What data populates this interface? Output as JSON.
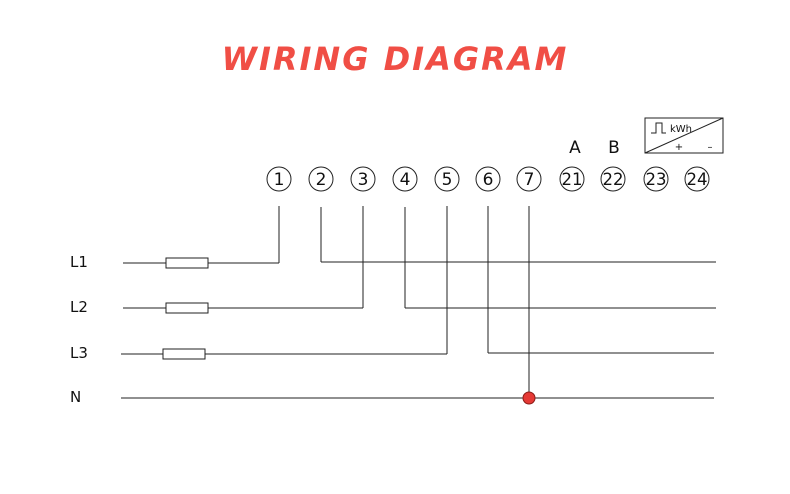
{
  "title": "WIRING DIAGRAM",
  "terminals": [
    "1",
    "2",
    "3",
    "4",
    "5",
    "6",
    "7",
    "21",
    "22",
    "23",
    "24"
  ],
  "bus_labels": [
    "A",
    "B"
  ],
  "pulse": {
    "unit": "kWh",
    "plus": "+",
    "minus": "–"
  },
  "lines": [
    "L1",
    "L2",
    "L3",
    "N"
  ],
  "colors": {
    "title": "#f04e45",
    "junction": "#e53935"
  }
}
